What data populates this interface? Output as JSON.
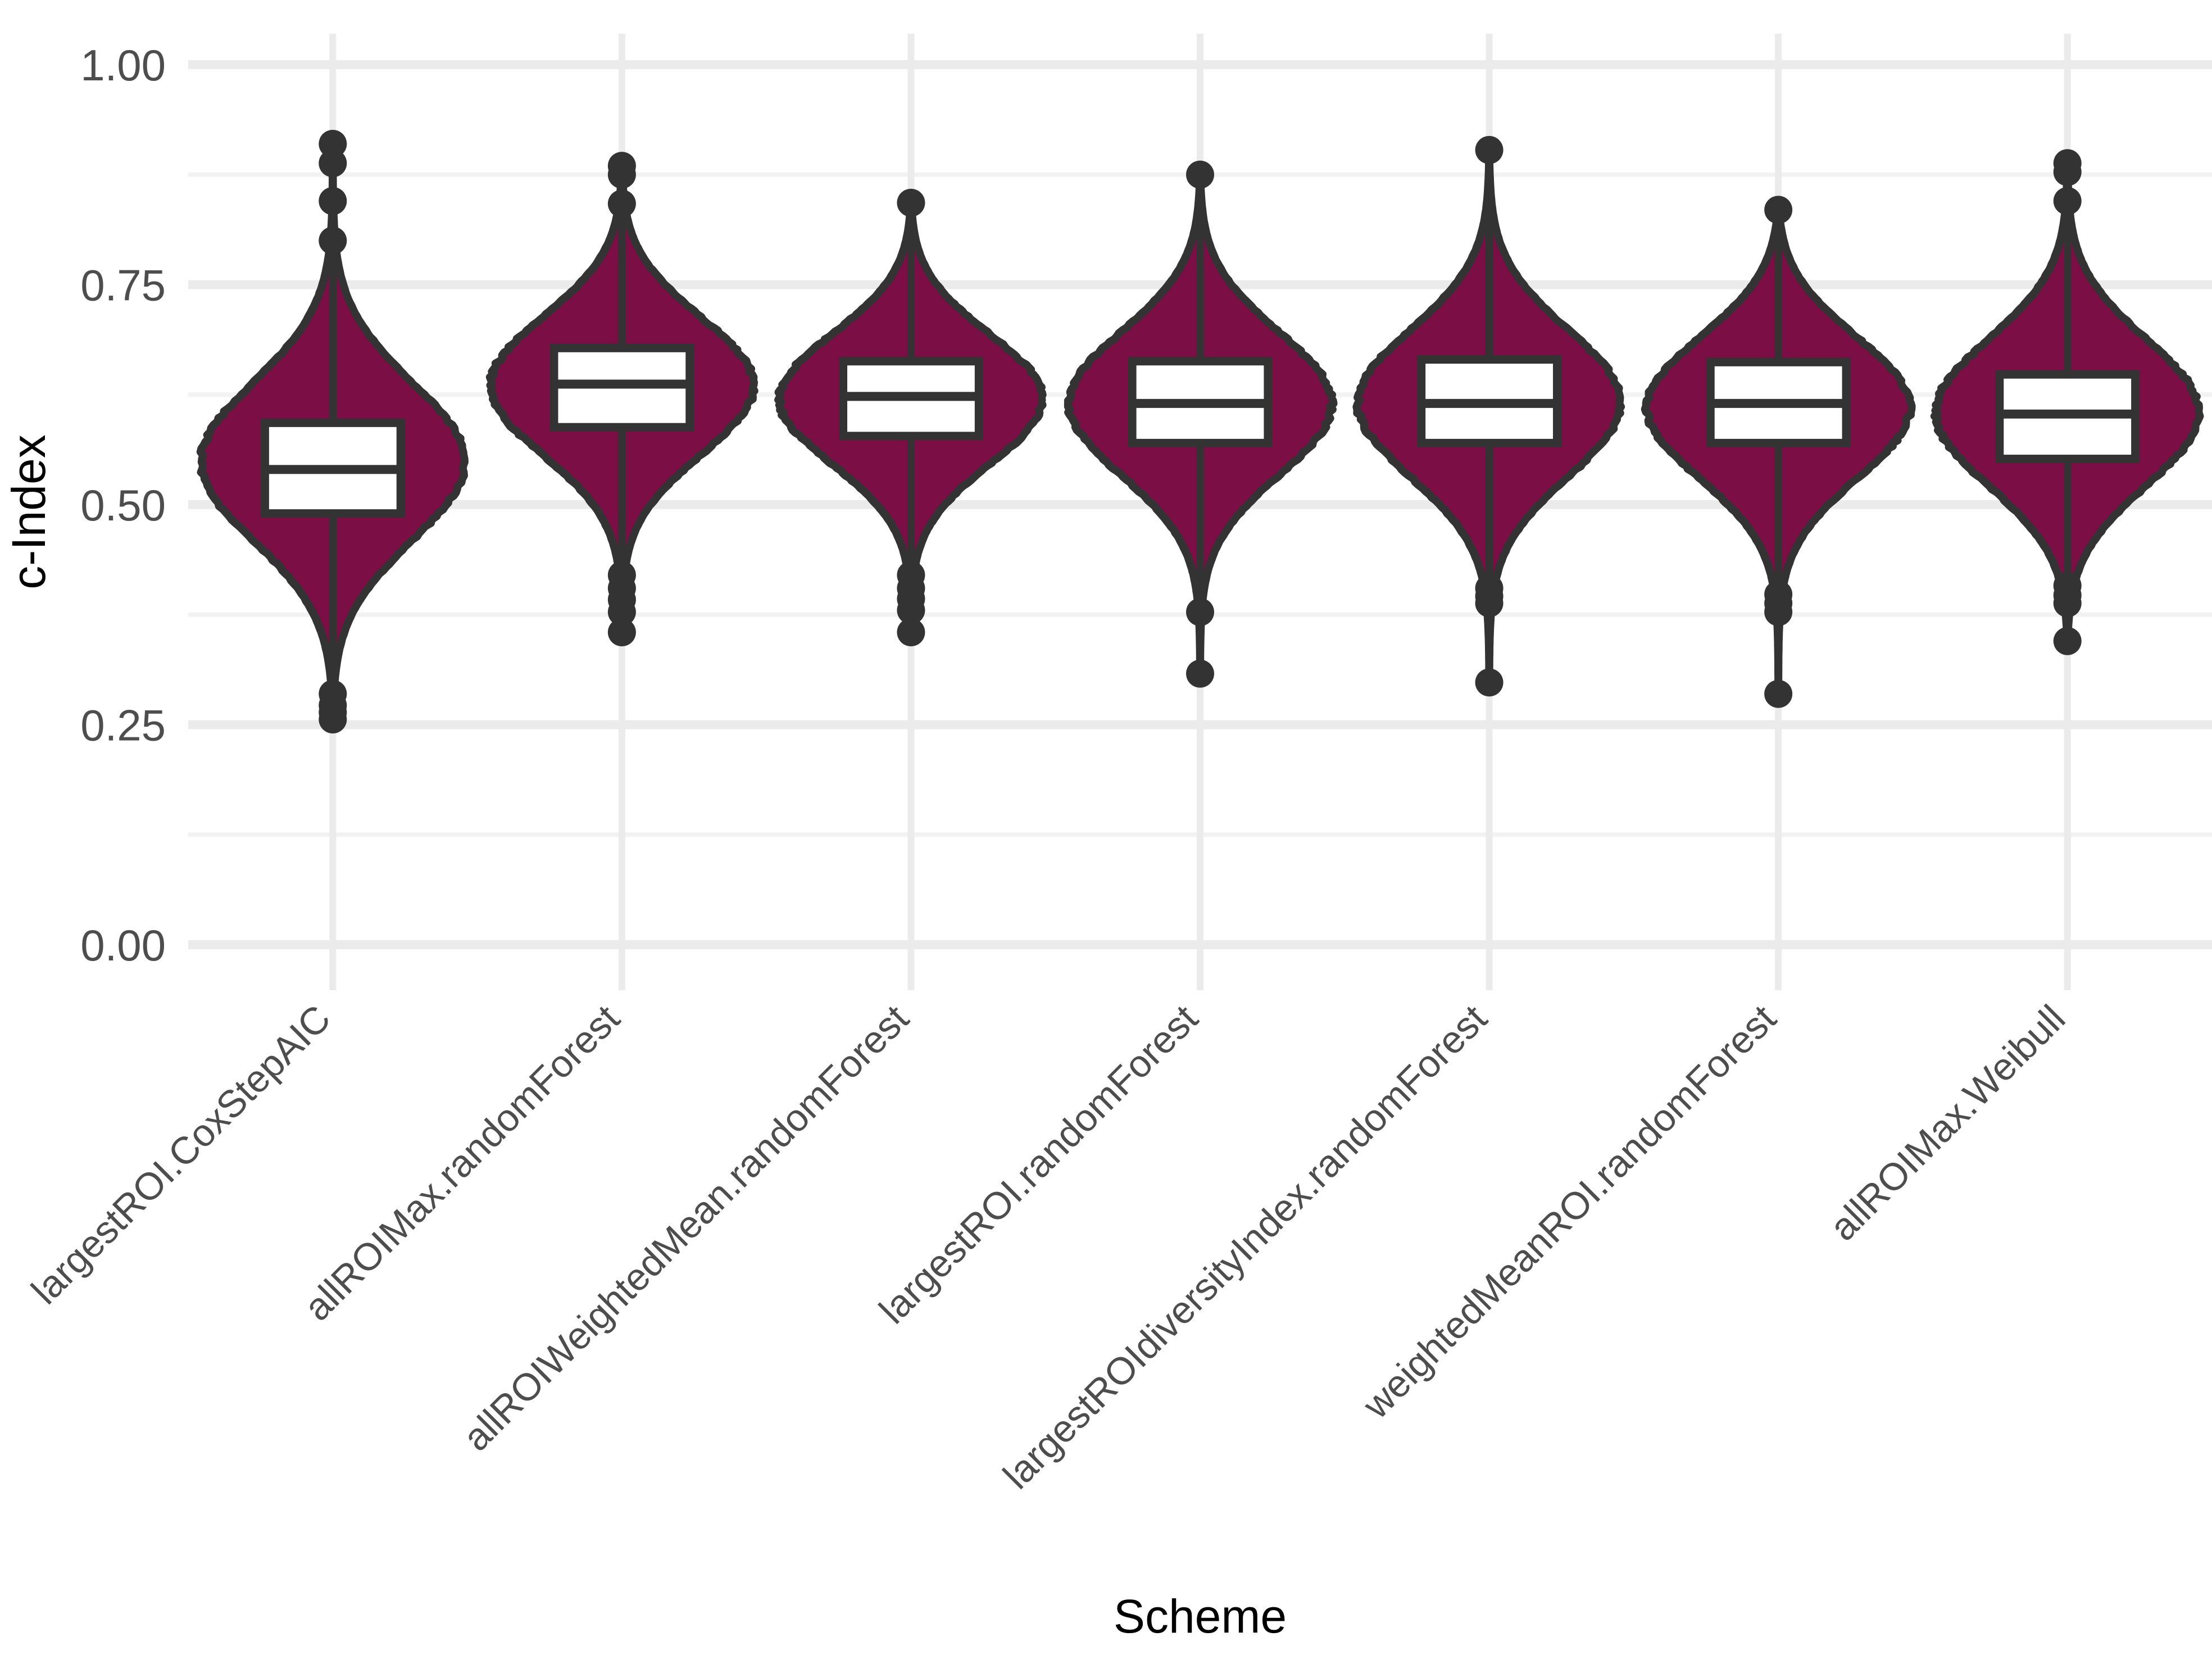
{
  "chart_data": {
    "type": "violin",
    "title": "",
    "xlabel": "Scheme",
    "ylabel": "c-Index",
    "ylim": [
      0.0,
      1.0
    ],
    "ytick_values": [
      0.0,
      0.25,
      0.5,
      0.75,
      1.0
    ],
    "ytick_labels": [
      "0.00",
      "0.25",
      "0.50",
      "0.75",
      "1.00"
    ],
    "minor_ytick_values": [
      0.125,
      0.375,
      0.625,
      0.875
    ],
    "grid": true,
    "legend": "none",
    "fill_color": "#7B0E45",
    "outline_color": "#333333",
    "box_fill_color": "#FFFFFF",
    "panel_background": "#FFFFFF",
    "major_gridline_color": "#EBEBEB",
    "minor_gridline_color": "#F2F2F2",
    "categories": [
      "largestROI.CoxStepAIC",
      "allROIMax.randomForest",
      "allROIWeightedMean.randomForest",
      "largestROI.randomForest",
      "largestROIdiversityIndex.randomForest",
      "weightedMeanROI.randomForest",
      "allROIMax.Weibull"
    ],
    "series": [
      {
        "name": "largestROI.CoxStepAIC",
        "median": 0.54,
        "q1": 0.49,
        "q3": 0.593,
        "whisker_low": 0.285,
        "whisker_high": 0.8,
        "min": 0.256,
        "max": 0.91,
        "outliers": [
          0.91,
          0.888,
          0.845,
          0.8,
          0.285,
          0.272,
          0.264,
          0.256
        ],
        "density_peak_value": 0.545,
        "density_peak_width": 1.0,
        "violin_min": 0.256,
        "violin_max": 0.91
      },
      {
        "name": "allROIMax.randomForest",
        "median": 0.637,
        "q1": 0.588,
        "q3": 0.678,
        "whisker_low": 0.435,
        "whisker_high": 0.84,
        "min": 0.355,
        "max": 0.885,
        "outliers": [
          0.885,
          0.875,
          0.842,
          0.42,
          0.405,
          0.392,
          0.378,
          0.355
        ],
        "density_peak_value": 0.637,
        "density_peak_width": 1.0,
        "violin_min": 0.355,
        "violin_max": 0.885
      },
      {
        "name": "allROIWeightedMean.randomForest",
        "median": 0.623,
        "q1": 0.578,
        "q3": 0.663,
        "whisker_low": 0.43,
        "whisker_high": 0.84,
        "min": 0.355,
        "max": 0.843,
        "outliers": [
          0.843,
          0.42,
          0.405,
          0.393,
          0.38,
          0.355
        ],
        "density_peak_value": 0.623,
        "density_peak_width": 1.0,
        "violin_min": 0.355,
        "violin_max": 0.843
      },
      {
        "name": "largestROI.randomForest",
        "median": 0.615,
        "q1": 0.57,
        "q3": 0.663,
        "whisker_low": 0.378,
        "whisker_high": 0.845,
        "min": 0.308,
        "max": 0.875,
        "outliers": [
          0.875,
          0.378,
          0.308
        ],
        "density_peak_value": 0.618,
        "density_peak_width": 1.0,
        "violin_min": 0.308,
        "violin_max": 0.875
      },
      {
        "name": "largestROIdiversityIndex.randomForest",
        "median": 0.615,
        "q1": 0.57,
        "q3": 0.665,
        "whisker_low": 0.39,
        "whisker_high": 0.845,
        "min": 0.298,
        "max": 0.903,
        "outliers": [
          0.903,
          0.405,
          0.396,
          0.388,
          0.298
        ],
        "density_peak_value": 0.617,
        "density_peak_width": 1.0,
        "violin_min": 0.298,
        "violin_max": 0.903
      },
      {
        "name": "weightedMeanROI.randomForest",
        "median": 0.615,
        "q1": 0.57,
        "q3": 0.662,
        "whisker_low": 0.388,
        "whisker_high": 0.835,
        "min": 0.285,
        "max": 0.835,
        "outliers": [
          0.835,
          0.398,
          0.388,
          0.378,
          0.285
        ],
        "density_peak_value": 0.617,
        "density_peak_width": 1.0,
        "violin_min": 0.285,
        "violin_max": 0.835
      },
      {
        "name": "allROIMax.Weibull",
        "median": 0.603,
        "q1": 0.552,
        "q3": 0.648,
        "whisker_low": 0.39,
        "whisker_high": 0.845,
        "min": 0.345,
        "max": 0.888,
        "outliers": [
          0.888,
          0.878,
          0.845,
          0.408,
          0.397,
          0.388,
          0.345
        ],
        "density_peak_value": 0.603,
        "density_peak_width": 1.0,
        "violin_min": 0.345,
        "violin_max": 0.888
      }
    ]
  },
  "axes": {
    "y_title": "c-Index",
    "x_title": "Scheme"
  }
}
